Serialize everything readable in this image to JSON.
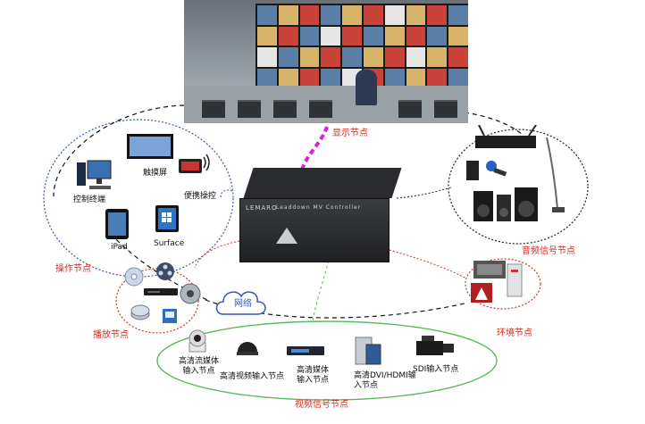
{
  "colors": {
    "ring_operation": "#3a57b5",
    "ring_playback": "#c0392b",
    "ring_video": "#5cb85c",
    "ring_audio": "#222222",
    "ring_environment": "#c0392b",
    "dashed_black": "#111111",
    "display_link": "#e01ce0",
    "label_red": "#d42a1e"
  },
  "nodes": {
    "display": "显示节点",
    "operation": "操作节点",
    "playback": "播放节点",
    "audio": "音频信号节点",
    "environment": "环境节点",
    "video": "视频信号节点",
    "network": "网络"
  },
  "device": {
    "logo": "LEMARO",
    "model": "Leaddown MV Controller"
  },
  "operation_items": {
    "terminal": "控制终端",
    "touchscreen": "触摸屏",
    "portable": "便携操控",
    "ipad": "iPad",
    "surface": "Surface"
  },
  "video_items": {
    "streaming": "高清流媒体\n输入节点",
    "hd_video": "高清视频输入节点",
    "hd_media": "高清媒体\n输入节点",
    "dvi_hdmi": "高清DVI/HDMI输\n入节点",
    "sdi": "SDI输入节点"
  },
  "icons": {
    "display_photo": "monitoring-room-photo",
    "controller": "controller-box-icon",
    "terminal": "desktop-computer-icon",
    "touchscreen": "touch-monitor-icon",
    "portable": "wireless-remote-icon",
    "ipad": "tablet-icon",
    "surface": "surface-tablet-icon",
    "network": "cloud-icon",
    "audio_receiver": "wireless-receiver-icon",
    "microphone": "microphone-icon",
    "gooseneck": "gooseneck-mic-icon",
    "speakers": "speaker-icon",
    "env_panel": "environment-panel-icon",
    "env_light": "stage-light-icon",
    "env_cabinet": "cabinet-icon",
    "disc": "disc-icon",
    "film_reel": "film-reel-icon",
    "dvd_player": "dvd-player-icon",
    "hdd": "hard-disk-icon",
    "ptz_camera": "ptz-camera-icon",
    "dome_camera": "dome-camera-icon",
    "media_box": "media-box-icon",
    "server": "server-icon",
    "camcorder": "camcorder-icon"
  }
}
